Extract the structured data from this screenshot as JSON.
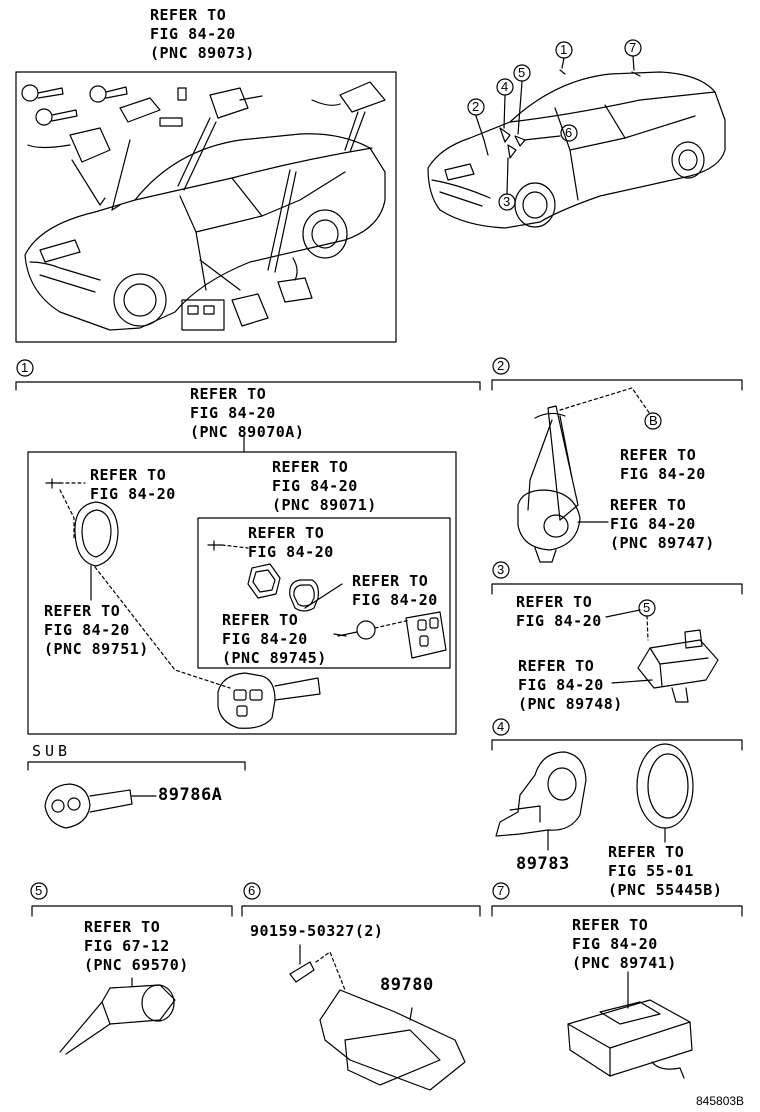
{
  "top": {
    "refer": [
      "REFER TO",
      "FIG 84-20",
      "(PNC 89073)"
    ],
    "callouts": [
      "1",
      "2",
      "3",
      "4",
      "5",
      "6",
      "7"
    ]
  },
  "sections": {
    "s1": {
      "num": "1",
      "main_refer": [
        "REFER TO",
        "FIG 84-20",
        "(PNC 89070A)"
      ],
      "a": [
        "REFER TO",
        "FIG 84-20"
      ],
      "b": [
        "REFER TO",
        "FIG 84-20",
        "(PNC 89071)"
      ],
      "c": [
        "REFER TO",
        "FIG 84-20",
        "(PNC 89751)"
      ],
      "d": [
        "REFER TO",
        "FIG 84-20"
      ],
      "e": [
        "REFER TO",
        "FIG 84-20"
      ],
      "f": [
        "REFER TO",
        "FIG 84-20",
        "(PNC 89745)"
      ]
    },
    "sub": {
      "label": "SUB",
      "part": "89786A"
    },
    "s2": {
      "num": "2",
      "marker": "B",
      "a": [
        "REFER TO",
        "FIG 84-20"
      ],
      "b": [
        "REFER TO",
        "FIG 84-20",
        "(PNC 89747)"
      ]
    },
    "s3": {
      "num": "3",
      "marker": "5",
      "a": [
        "REFER TO",
        "FIG 84-20"
      ],
      "b": [
        "REFER TO",
        "FIG 84-20",
        "(PNC 89748)"
      ]
    },
    "s4": {
      "num": "4",
      "part": "89783",
      "a": [
        "REFER TO",
        "FIG 55-01",
        "(PNC 55445B)"
      ]
    },
    "s5": {
      "num": "5",
      "a": [
        "REFER TO",
        "FIG 67-12",
        "(PNC 69570)"
      ]
    },
    "s6": {
      "num": "6",
      "bolt": "90159-50327(2)",
      "part": "89780"
    },
    "s7": {
      "num": "7",
      "a": [
        "REFER TO",
        "FIG 84-20",
        "(PNC 89741)"
      ]
    }
  },
  "figure_code": "845803B"
}
